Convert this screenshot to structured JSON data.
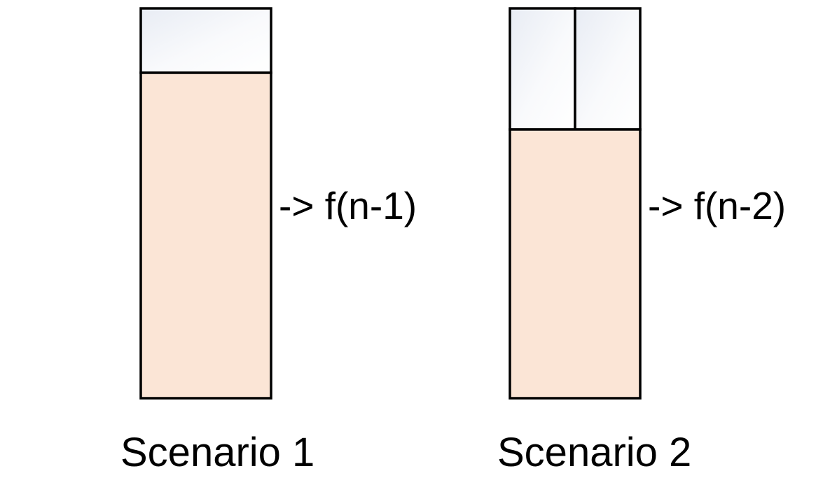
{
  "colors": {
    "remaining_fill": "#fbe5d6",
    "tile_fill": "#f4f6fa",
    "stroke": "#000000"
  },
  "scenarios": [
    {
      "label": "Scenario 1",
      "recurrence": "-> f(n-1)"
    },
    {
      "label": "Scenario 2",
      "recurrence": "-> f(n-2)"
    }
  ]
}
